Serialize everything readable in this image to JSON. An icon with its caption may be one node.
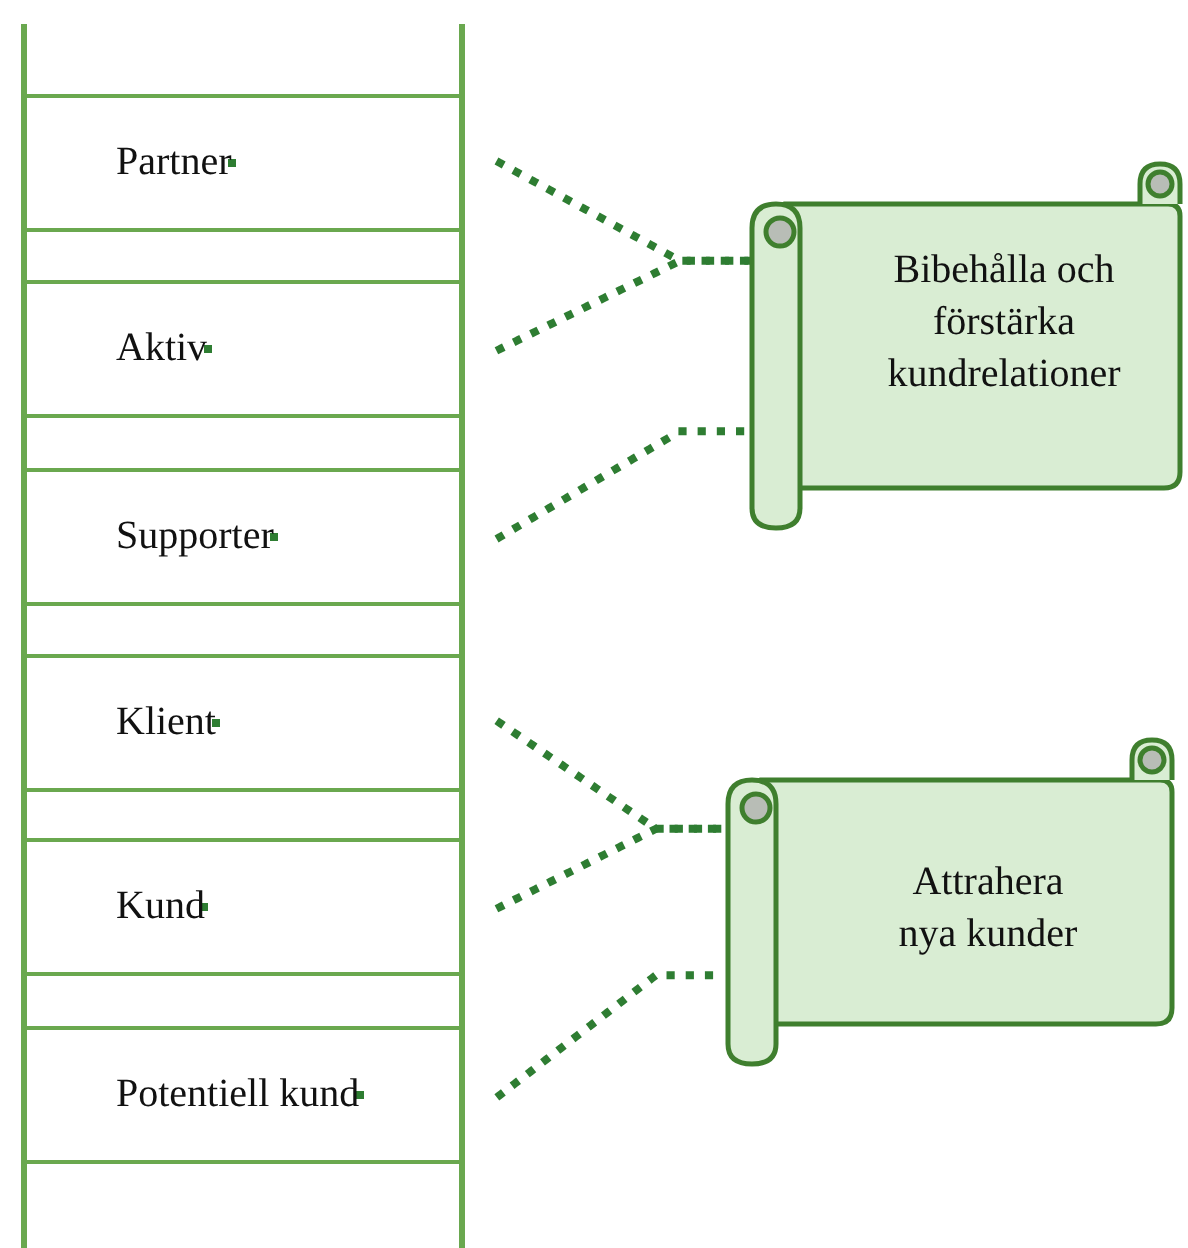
{
  "diagram": {
    "nodes": [
      {
        "text": [
          "Partner"
        ]
      },
      {
        "text": [
          "Aktiv"
        ]
      },
      {
        "text": [
          "Supporter"
        ]
      },
      {
        "text": [
          "Klient"
        ]
      },
      {
        "text": [
          "Kund"
        ]
      },
      {
        "text": [
          "Potentiell kund"
        ]
      },
      {
        "text": [
          "Bibehålla och förstärka kundrelationer"
        ]
      },
      {
        "text": [
          "Attrahera nya kunder"
        ]
      }
    ],
    "edges": [
      {
        "from": 0,
        "to": 6,
        "arrow": "none"
      },
      {
        "from": 1,
        "to": 6,
        "arrow": "none"
      },
      {
        "from": 2,
        "to": 6,
        "arrow": "none"
      },
      {
        "from": 3,
        "to": 7,
        "arrow": "none"
      },
      {
        "from": 4,
        "to": 7,
        "arrow": "none"
      },
      {
        "from": 5,
        "to": 7,
        "arrow": "none"
      }
    ]
  }
}
